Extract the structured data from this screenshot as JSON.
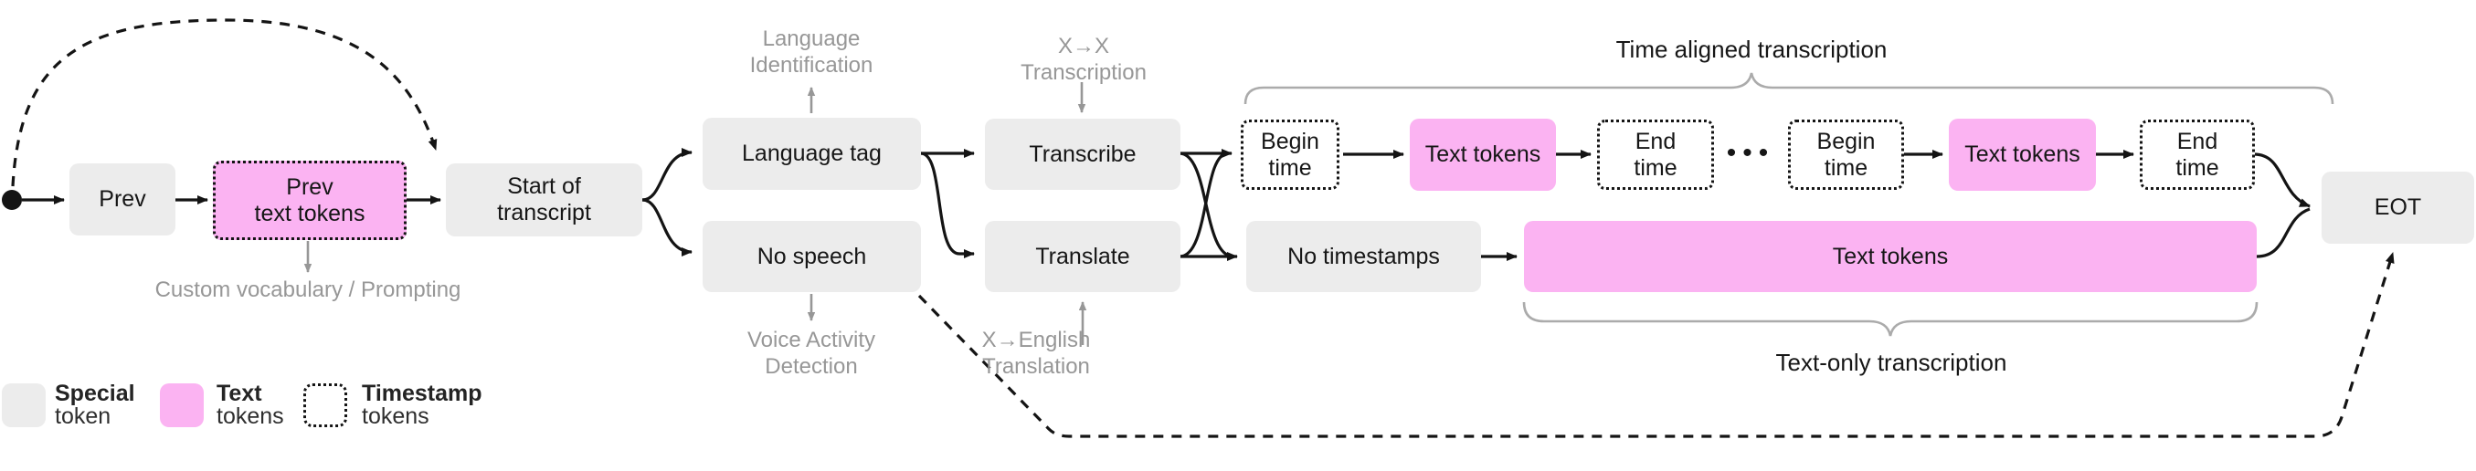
{
  "colors": {
    "special_fill": "#ECECEC",
    "text_fill": "#FBB3F2",
    "line_black": "#141414",
    "gray_label": "#979797",
    "brace_gray": "#ABABAB",
    "legend_text": "#2F2F2F"
  },
  "nodes": {
    "prev": "Prev",
    "prev_text_tokens": "Prev\ntext tokens",
    "start_of_transcript": "Start of\ntranscript",
    "language_tag": "Language tag",
    "no_speech": "No speech",
    "transcribe": "Transcribe",
    "translate": "Translate",
    "begin_time_1": "Begin\ntime",
    "text_tokens_1": "Text tokens",
    "end_time_1": "End\ntime",
    "begin_time_2": "Begin\ntime",
    "text_tokens_2": "Text tokens",
    "end_time_2": "End\ntime",
    "no_timestamps": "No timestamps",
    "text_tokens_big": "Text tokens",
    "eot": "EOT"
  },
  "ellipsis": "•••",
  "annotations": {
    "language_identification": "Language\nIdentification",
    "custom_vocabulary": "Custom vocabulary / Prompting",
    "voice_activity": "Voice Activity\nDetection",
    "xx_transcription": "X→X\nTranscription",
    "x_english_translation": "X→English\nTranslation"
  },
  "section_labels": {
    "time_aligned": "Time aligned transcription",
    "text_only": "Text-only transcription"
  },
  "legend": [
    {
      "title": "Special",
      "subtitle": "token"
    },
    {
      "title": "Text",
      "subtitle": "tokens"
    },
    {
      "title": "Timestamp",
      "subtitle": "tokens"
    }
  ]
}
